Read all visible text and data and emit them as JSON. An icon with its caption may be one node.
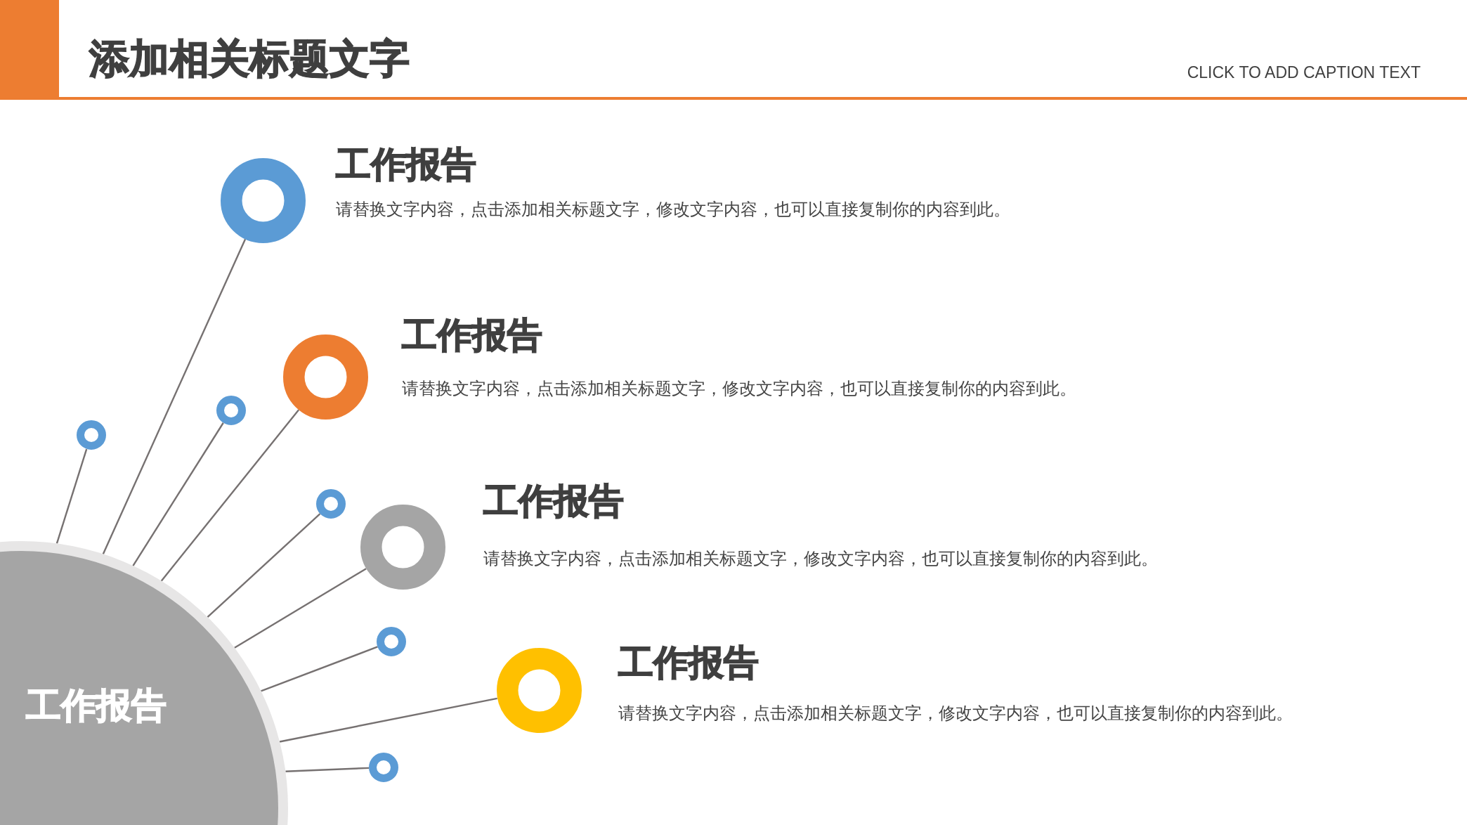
{
  "diagram": {
    "title": "添加相关标题文字",
    "caption": "CLICK TO ADD CAPTION TEXT",
    "nodes": [
      {
        "text": [
          "工作报告"
        ]
      },
      {
        "text": [],
        "shape": "ring",
        "beside": [
          "工作报告",
          "请替换文字内容，点击添加相关标题文字，修改文字内容，也可以直接复制你的内容到此。"
        ]
      },
      {
        "text": [],
        "shape": "ring",
        "beside": [
          "工作报告",
          "请替换文字内容，点击添加相关标题文字，修改文字内容，也可以直接复制你的内容到此。"
        ]
      },
      {
        "text": [],
        "shape": "ring",
        "beside": [
          "工作报告",
          "请替换文字内容，点击添加相关标题文字，修改文字内容，也可以直接复制你的内容到此。"
        ]
      },
      {
        "text": [],
        "shape": "ring",
        "beside": [
          "工作报告",
          "请替换文字内容，点击添加相关标题文字，修改文字内容，也可以直接复制你的内容到此。"
        ]
      },
      {
        "text": [],
        "shape": "ring"
      },
      {
        "text": [],
        "shape": "ring"
      },
      {
        "text": [],
        "shape": "ring"
      },
      {
        "text": [],
        "shape": "ring"
      },
      {
        "text": [],
        "shape": "ring"
      }
    ],
    "edges": [
      {
        "from": 0,
        "to": 1,
        "arrow": "none"
      },
      {
        "from": 0,
        "to": 2,
        "arrow": "none"
      },
      {
        "from": 0,
        "to": 3,
        "arrow": "none"
      },
      {
        "from": 0,
        "to": 4,
        "arrow": "none"
      },
      {
        "from": 0,
        "to": 5,
        "arrow": "none"
      },
      {
        "from": 0,
        "to": 6,
        "arrow": "none"
      },
      {
        "from": 0,
        "to": 7,
        "arrow": "none"
      },
      {
        "from": 0,
        "to": 8,
        "arrow": "none"
      },
      {
        "from": 0,
        "to": 9,
        "arrow": "none"
      }
    ]
  }
}
